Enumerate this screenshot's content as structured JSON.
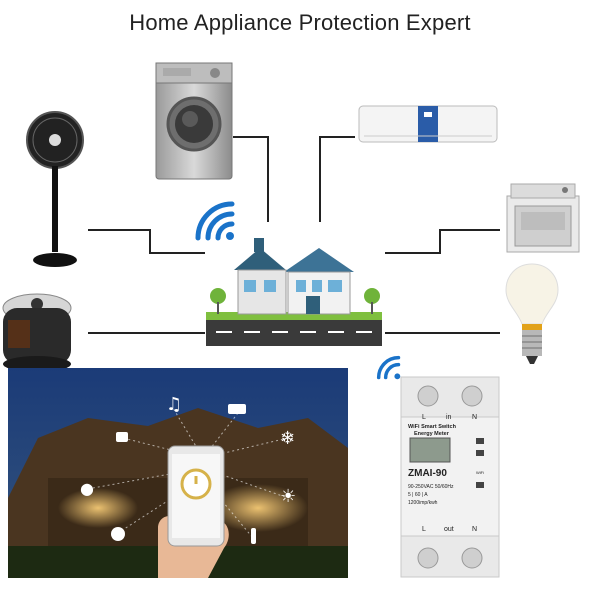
{
  "header": {
    "title": "Home Appliance Protection Expert"
  },
  "meter": {
    "terminal_top_left": "L",
    "terminal_top_in": "in",
    "terminal_top_right": "N",
    "panel_line1": "WiFi Smart Switch",
    "panel_line2": "Energy Meter",
    "model": "ZMAI-90",
    "spec_line1": "90-250VAC  50/60Hz",
    "spec_line2": "5 | 60 | A",
    "spec_line3": "1200imp/kwh",
    "terminal_bottom_left": "L",
    "terminal_bottom_out": "out",
    "terminal_bottom_right": "N",
    "wifi_badge": "WiFi"
  },
  "icons": {
    "wifi": "wifi-icon",
    "house": "house-icon",
    "fan": "fan-icon",
    "washer": "washing-machine-icon",
    "ac": "air-conditioner-icon",
    "oven": "oven-icon",
    "bulb": "light-bulb-icon",
    "cooker": "rice-cooker-icon"
  },
  "colors": {
    "wifi_blue": "#1a73c9",
    "line": "#222222",
    "house_roof": "#2f5f7a",
    "grass": "#7fbf3f"
  }
}
